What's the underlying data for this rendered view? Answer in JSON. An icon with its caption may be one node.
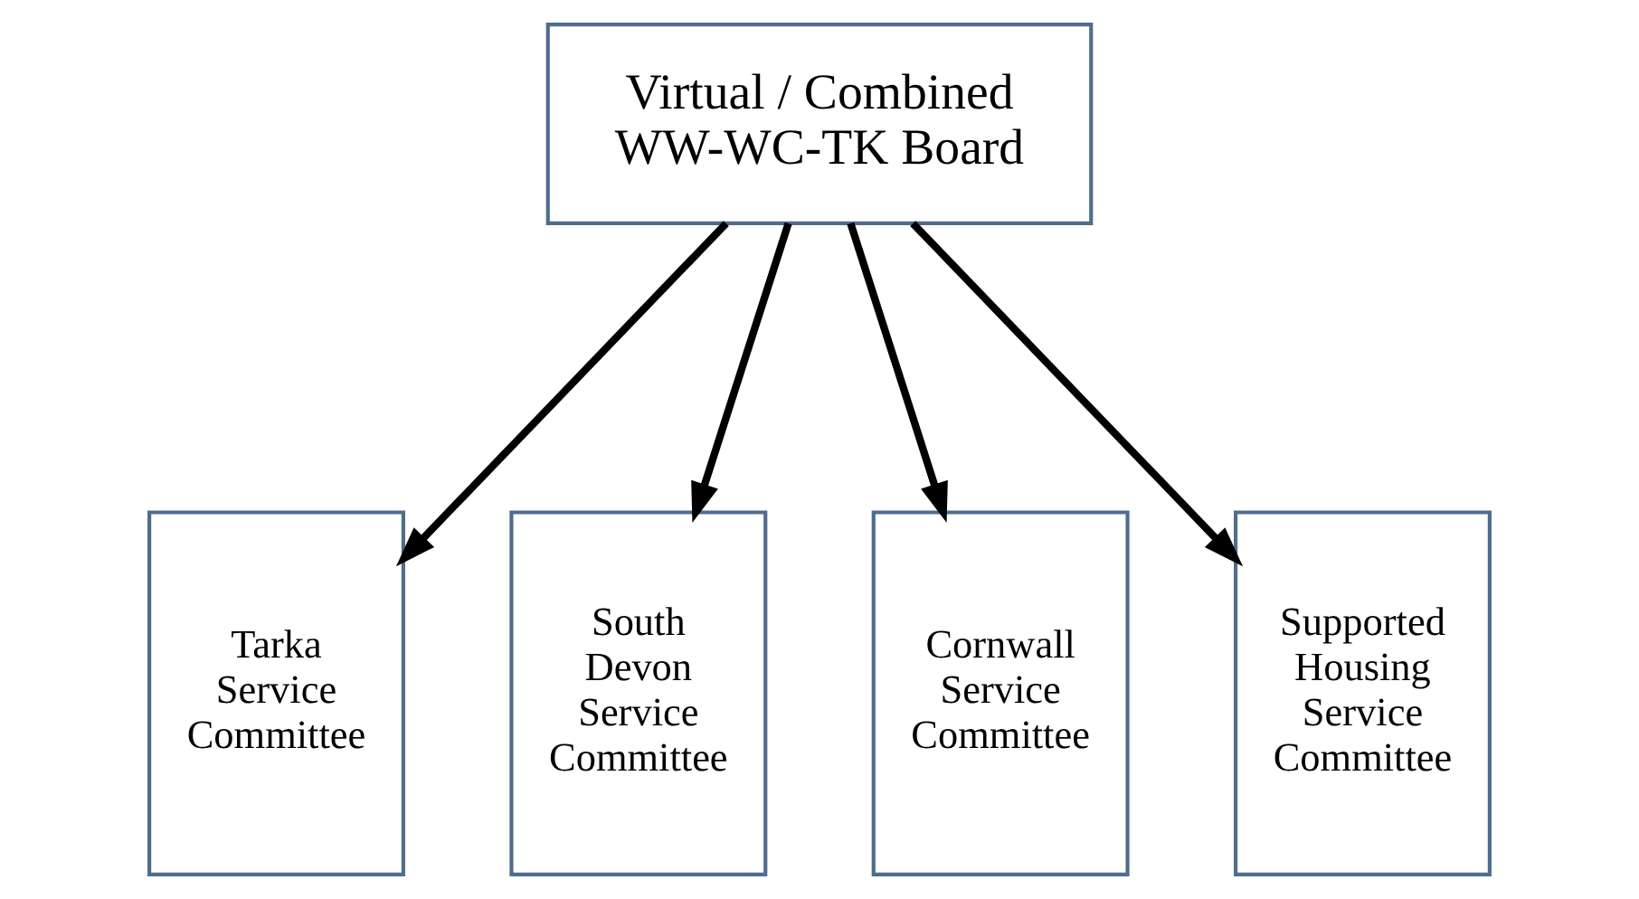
{
  "diagram": {
    "nodes": [
      {
        "text": [
          "Virtual / Combined WW-WC-TK Board"
        ]
      },
      {
        "text": [
          "Tarka Service Committee"
        ]
      },
      {
        "text": [
          "South Devon Service Committee"
        ]
      },
      {
        "text": [
          "Cornwall Service Committee"
        ]
      },
      {
        "text": [
          "Supported Housing Service Committee"
        ]
      }
    ],
    "edges": [
      {
        "from": 0,
        "to": 1,
        "arrow": "to"
      },
      {
        "from": 0,
        "to": 2,
        "arrow": "to"
      },
      {
        "from": 0,
        "to": 3,
        "arrow": "to"
      },
      {
        "from": 0,
        "to": 4,
        "arrow": "to"
      }
    ]
  }
}
